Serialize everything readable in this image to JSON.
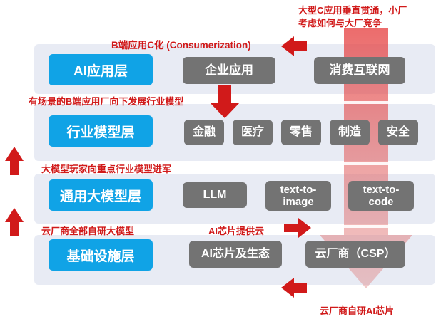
{
  "layers": {
    "app": "AI应用层",
    "industry_model": "行业模型层",
    "general_model": "通用大模型层",
    "infrastructure": "基础设施层"
  },
  "boxes": {
    "enterprise_app": "企业应用",
    "consumer_internet": "消费互联网",
    "finance": "金融",
    "healthcare": "医疗",
    "retail": "零售",
    "manufacturing": "制造",
    "security": "安全",
    "llm": "LLM",
    "text_to_image": "text-to-\nimage",
    "text_to_code": "text-to-\ncode",
    "ai_chip_ecosystem": "AI芯片及生态",
    "cloud_csp": "云厂商（CSP）"
  },
  "annotations": {
    "vertical_question": "大型C应用垂直贯通，小厂\n考虑如何与大厂竞争",
    "b2c": "B端应用C化 (Consumerization)",
    "b_down": "有场景的B端应用厂向下发展行业模型",
    "model_players": "大模型玩家向重点行业模型进军",
    "cloud_self_model": "云厂商全部自研大模型",
    "ai_chip_cloud": "AI芯片提供云",
    "cloud_self_chip": "云厂商自研AI芯片"
  },
  "colors": {
    "accent_red": "#d11a1a",
    "layer_blue": "#10a3e6",
    "box_gray": "#737373",
    "band_bg": "#e8ebf4"
  }
}
